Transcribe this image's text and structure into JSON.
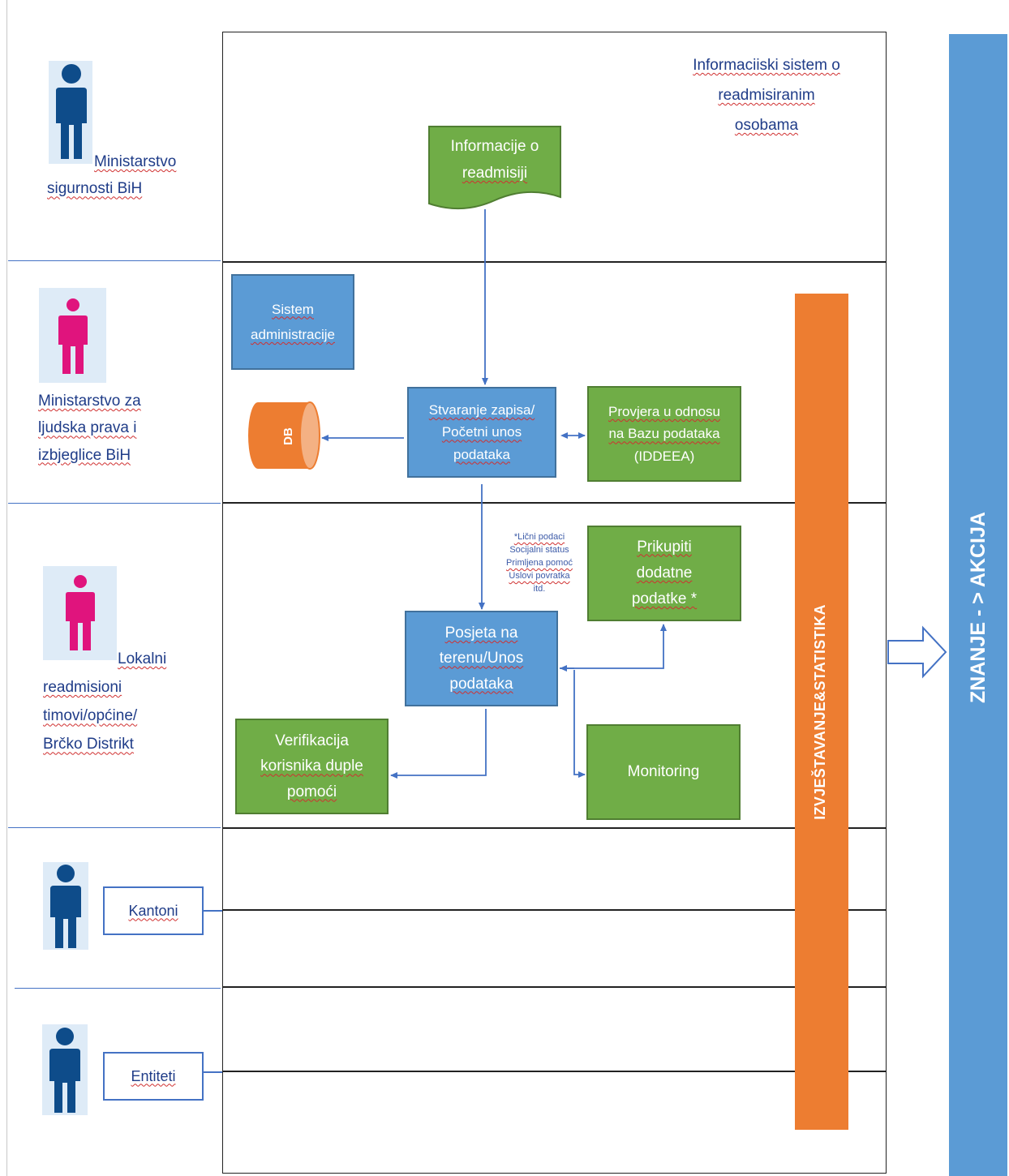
{
  "title": {
    "lines": [
      "Informaciiski sistem o",
      "readmisiranim",
      "osobama"
    ]
  },
  "lanes": [
    {
      "label_lines": [
        "Ministarstvo",
        "sigurnosti BiH"
      ]
    },
    {
      "label_lines": [
        "Ministarstvo za",
        "ljudska prava i",
        "izbjeglice BiH"
      ]
    },
    {
      "label_lines": [
        "Lokalni",
        "readmisioni",
        "timovi/općine/",
        "Brčko Distrikt"
      ]
    },
    {
      "label": "Kantoni"
    },
    {
      "label": "Entiteti"
    }
  ],
  "nodes": {
    "info_doc": {
      "lines": [
        "Informacije o",
        "readmisiji"
      ]
    },
    "sistem_admin": {
      "lines": [
        "Sistem",
        "administracije"
      ]
    },
    "db": {
      "label": "DB"
    },
    "stvaranje": {
      "lines": [
        "Stvaranje zapisa/",
        "Početni unos",
        "podataka"
      ]
    },
    "provjera": {
      "lines": [
        "Provjera u odnosu",
        "na Bazu podataka",
        "(IDDEEA)"
      ]
    },
    "prikupiti": {
      "lines": [
        "Prikupiti",
        "dodatne",
        "podatke *"
      ]
    },
    "posjeta": {
      "lines": [
        "Posjeta na",
        "terenu/Unos",
        "podataka"
      ]
    },
    "verifikacija": {
      "lines": [
        "Verifikacija",
        "korisnika duple",
        "pomoći"
      ]
    },
    "monitoring": {
      "label": "Monitoring"
    }
  },
  "note": {
    "lines": [
      "*Lični podaci",
      "Socijalni status",
      "Primljena pomoć",
      "Uslovi povratka",
      "itd."
    ]
  },
  "reporting_bar": {
    "label": "IZVJEŠTAVANJE&STATISTIKA"
  },
  "knowledge_bar": {
    "label": "ZNANJE - > AKCIJA"
  },
  "colors": {
    "blue": "#5b9bd5",
    "green": "#70ad47",
    "orange": "#ed7d31",
    "person_dark_blue": "#0e4c8a",
    "person_magenta": "#e0147d",
    "arrow_blue": "#4472c4"
  }
}
